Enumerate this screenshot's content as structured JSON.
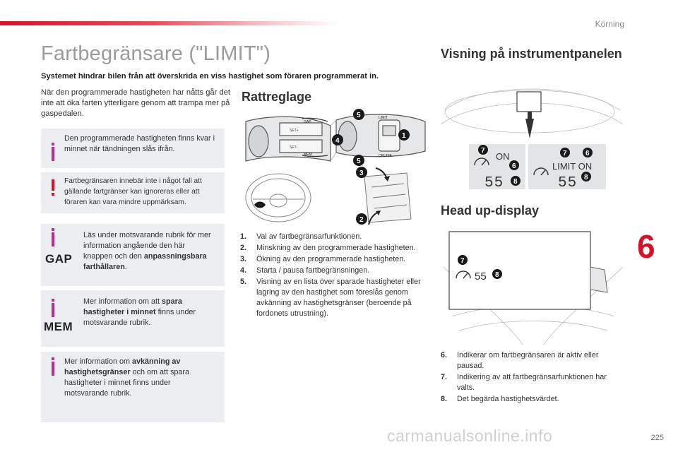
{
  "header": {
    "section": "Körning"
  },
  "title": "Fartbegränsare (\"LIMIT\")",
  "intro_bold": "Systemet hindrar bilen från att överskrida en viss hastighet som föraren programmerat in.",
  "intro_text": "När den programmerade hastigheten har nåtts går det inte att öka farten ytterligare genom att trampa mer på gaspedalen.",
  "info_boxes": {
    "memory": "Den programmerade hastigheten finns kvar i minnet när tändningen slås ifrån.",
    "warning": "Fartbegränsaren innebär inte i något fall att gällande fartgränser kan ignoreras eller att föraren kan vara mindre uppmärksam.",
    "gap_label": "GAP",
    "gap_pre": "Läs under motsvarande rubrik för mer information angående den här knappen och den ",
    "gap_bold": "anpassningsbara farthållaren",
    "gap_post": ".",
    "mem_label": "MEM",
    "mem_pre": "Mer information om att ",
    "mem_bold": "spara hastigheter i minnet",
    "mem_post": " finns under motsvarande rubrik.",
    "sign_pre": "Mer information om ",
    "sign_bold": "avkänning av hastighetsgränser",
    "sign_post": " och om att spara hastigheter i minnet finns under motsvarande rubrik."
  },
  "controls": {
    "heading": "Rattreglage",
    "items": [
      {
        "n": "1.",
        "text": "Val av fartbegränsarfunktionen."
      },
      {
        "n": "2.",
        "text": "Minskning av den programmerade hastigheten."
      },
      {
        "n": "3.",
        "text": "Ökning av den programmerade hastigheten."
      },
      {
        "n": "4.",
        "text": "Starta / pausa fartbegränsningen."
      },
      {
        "n": "5.",
        "text": "Visning av en lista över sparade hastigheter eller lagring av den hastighet som föreslås genom avkänning av hastighetsgränser (beroende på fordonets utrustning)."
      }
    ],
    "stalk_labels": [
      "SET+",
      "SET-",
      "GAP",
      "MEM",
      "LIMIT",
      "CRUISE"
    ]
  },
  "instrument": {
    "heading": "Visning på instrumentpanelen",
    "on_text": "ON",
    "limit_on_text": "LIMIT ON",
    "speed": "55"
  },
  "hud": {
    "heading": "Head up-display",
    "speed": "55"
  },
  "legend": [
    {
      "n": "6.",
      "text": "Indikerar om fartbegränsaren är aktiv eller pausad."
    },
    {
      "n": "7.",
      "text": "Indikering av att fartbegränsarfunktionen har valts."
    },
    {
      "n": "8.",
      "text": "Det begärda hastighetsvärdet."
    }
  ],
  "badges": [
    "1",
    "2",
    "3",
    "4",
    "5",
    "6",
    "7",
    "8"
  ],
  "chapter": "6",
  "page_number": "225",
  "watermark": "carmanualsonline.info",
  "icons": [
    "info-icon",
    "warning-icon",
    "speedometer-icon"
  ],
  "colors": {
    "accent": "#d4132a",
    "info": "#b5318d",
    "box": "#ebedf0",
    "title": "#9b9b9b"
  }
}
